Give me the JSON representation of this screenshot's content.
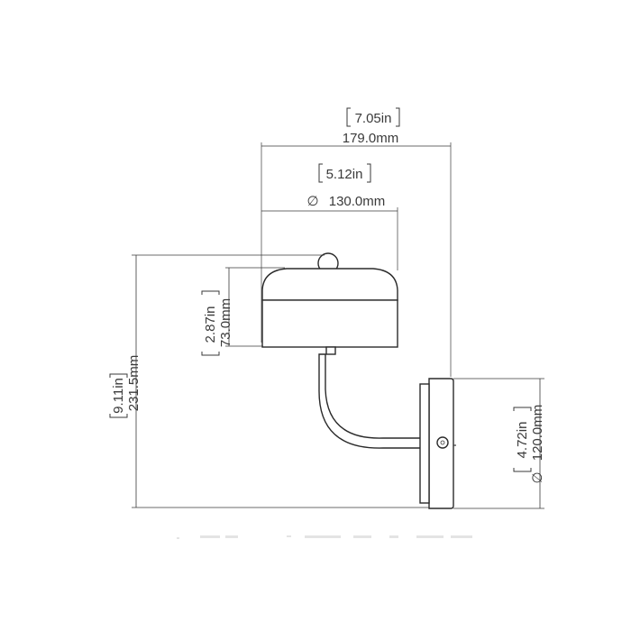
{
  "drawing": {
    "dimensions": {
      "overall_width": {
        "imperial": "7.05in",
        "metric": "179.0mm"
      },
      "shade_diameter": {
        "imperial": "5.12in",
        "metric": "130.0mm",
        "symbol": "∅"
      },
      "overall_height": {
        "imperial": "9.11in",
        "metric": "231.5mm"
      },
      "shade_height": {
        "imperial": "2.87in",
        "metric": "73.0mm"
      },
      "backplate_diameter": {
        "imperial": "4.72in",
        "metric": "120.0mm",
        "symbol": "∅"
      }
    }
  }
}
